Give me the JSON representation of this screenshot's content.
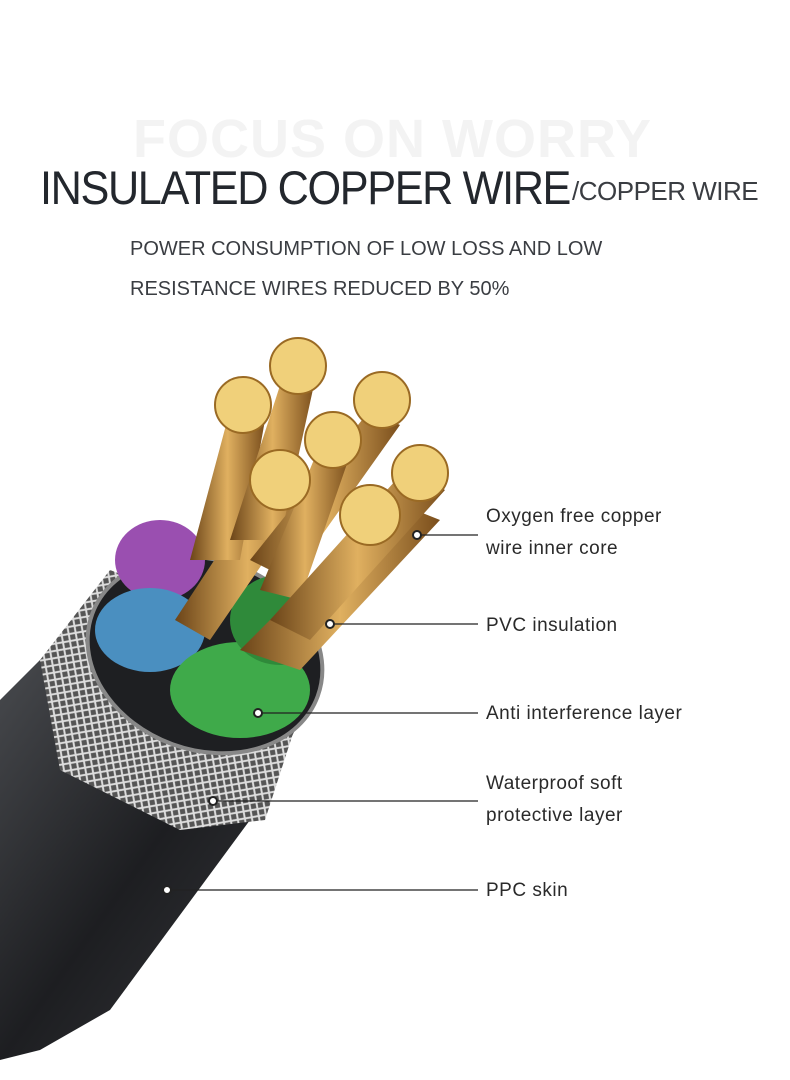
{
  "header": {
    "watermark": "FOCUS ON WORRY",
    "title": "INSULATED COPPER WIRE",
    "subtitle": "/COPPER WIRE",
    "description_line1": "POWER CONSUMPTION OF LOW LOSS AND LOW",
    "description_line2": "RESISTANCE WIRES REDUCED BY 50%"
  },
  "callouts": [
    {
      "line1": "Oxygen free copper",
      "line2": "wire inner core"
    },
    {
      "line1": "PVC insulation"
    },
    {
      "line1": "Anti interference layer"
    },
    {
      "line1": "Waterproof soft",
      "line2": "protective layer"
    },
    {
      "line1": "PPC skin"
    }
  ],
  "colors": {
    "copper": "#c8933f",
    "jacket": "#2a2b2e",
    "wire_purple": "#9a4fb0",
    "wire_blue": "#4a8fc0",
    "wire_green": "#3faa4a"
  }
}
